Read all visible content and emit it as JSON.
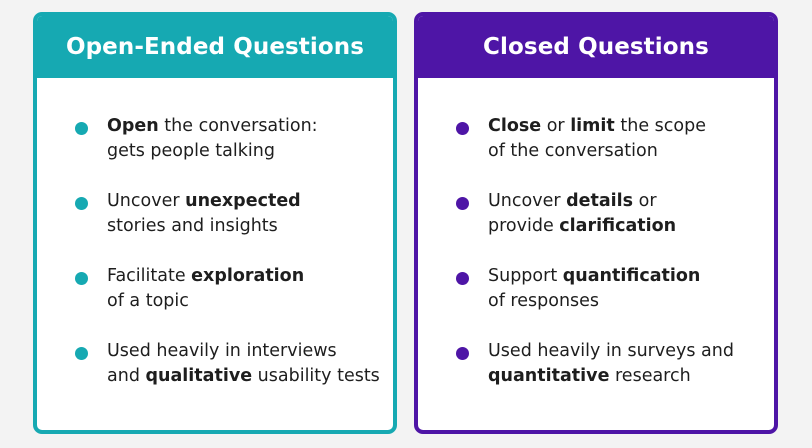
{
  "colors": {
    "open_accent": "#16a9b2",
    "closed_accent": "#4e15a6",
    "background": "#f3f3f3"
  },
  "panels": [
    {
      "title": "Open-Ended Questions",
      "items": [
        {
          "lines": [
            [
              {
                "t": "Open",
                "b": true
              },
              {
                "t": " the conversation:",
                "b": false
              }
            ],
            [
              {
                "t": "gets people talking",
                "b": false
              }
            ]
          ]
        },
        {
          "lines": [
            [
              {
                "t": "Uncover ",
                "b": false
              },
              {
                "t": "unexpected",
                "b": true
              }
            ],
            [
              {
                "t": "stories and insights",
                "b": false
              }
            ]
          ]
        },
        {
          "lines": [
            [
              {
                "t": "Facilitate ",
                "b": false
              },
              {
                "t": "exploration",
                "b": true
              }
            ],
            [
              {
                "t": "of a topic",
                "b": false
              }
            ]
          ]
        },
        {
          "lines": [
            [
              {
                "t": "Used heavily in interviews",
                "b": false
              }
            ],
            [
              {
                "t": "and ",
                "b": false
              },
              {
                "t": "qualitative",
                "b": true
              },
              {
                "t": " usability tests",
                "b": false
              }
            ]
          ]
        }
      ]
    },
    {
      "title": "Closed Questions",
      "items": [
        {
          "lines": [
            [
              {
                "t": "Close",
                "b": true
              },
              {
                "t": " or ",
                "b": false
              },
              {
                "t": "limit",
                "b": true
              },
              {
                "t": " the scope",
                "b": false
              }
            ],
            [
              {
                "t": "of the conversation",
                "b": false
              }
            ]
          ]
        },
        {
          "lines": [
            [
              {
                "t": "Uncover ",
                "b": false
              },
              {
                "t": "details",
                "b": true
              },
              {
                "t": " or",
                "b": false
              }
            ],
            [
              {
                "t": "provide ",
                "b": false
              },
              {
                "t": "clarification",
                "b": true
              }
            ]
          ]
        },
        {
          "lines": [
            [
              {
                "t": "Support ",
                "b": false
              },
              {
                "t": "quantification",
                "b": true
              }
            ],
            [
              {
                "t": "of responses",
                "b": false
              }
            ]
          ]
        },
        {
          "lines": [
            [
              {
                "t": "Used heavily in surveys and",
                "b": false
              }
            ],
            [
              {
                "t": "quantitative",
                "b": true
              },
              {
                "t": " research",
                "b": false
              }
            ]
          ]
        }
      ]
    }
  ]
}
